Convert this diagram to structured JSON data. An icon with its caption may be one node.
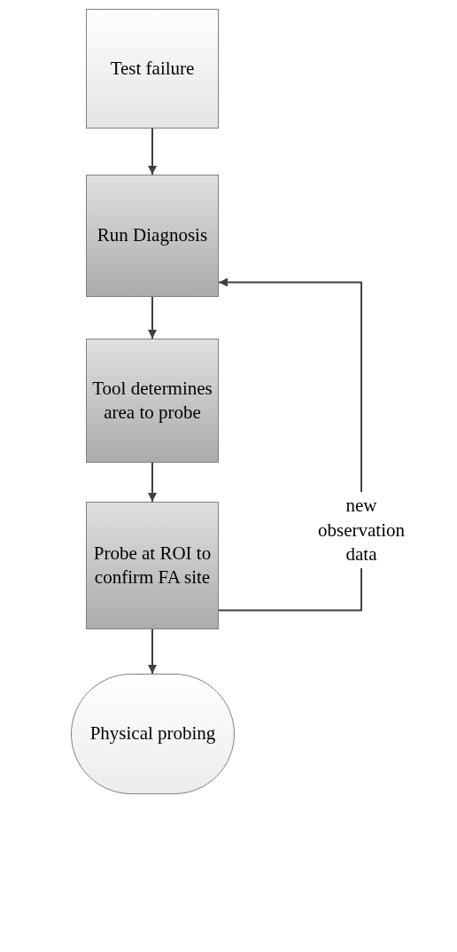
{
  "diagram": {
    "nodes": [
      {
        "text": [
          "Test failure"
        ]
      },
      {
        "text": [
          "Run Diagnosis"
        ]
      },
      {
        "text": [
          "Tool determines area to probe"
        ]
      },
      {
        "text": [
          "Probe at ROI to confirm FA site"
        ]
      },
      {
        "text": [
          "Physical probing"
        ]
      }
    ],
    "edges": [
      {
        "from": 0,
        "to": 1,
        "arrow": "to"
      },
      {
        "from": 1,
        "to": 2,
        "arrow": "to"
      },
      {
        "from": 2,
        "to": 3,
        "arrow": "to"
      },
      {
        "from": 3,
        "to": 1,
        "arrow": "to",
        "label": "new observation data"
      },
      {
        "from": 3,
        "to": 4,
        "arrow": "to"
      }
    ]
  }
}
